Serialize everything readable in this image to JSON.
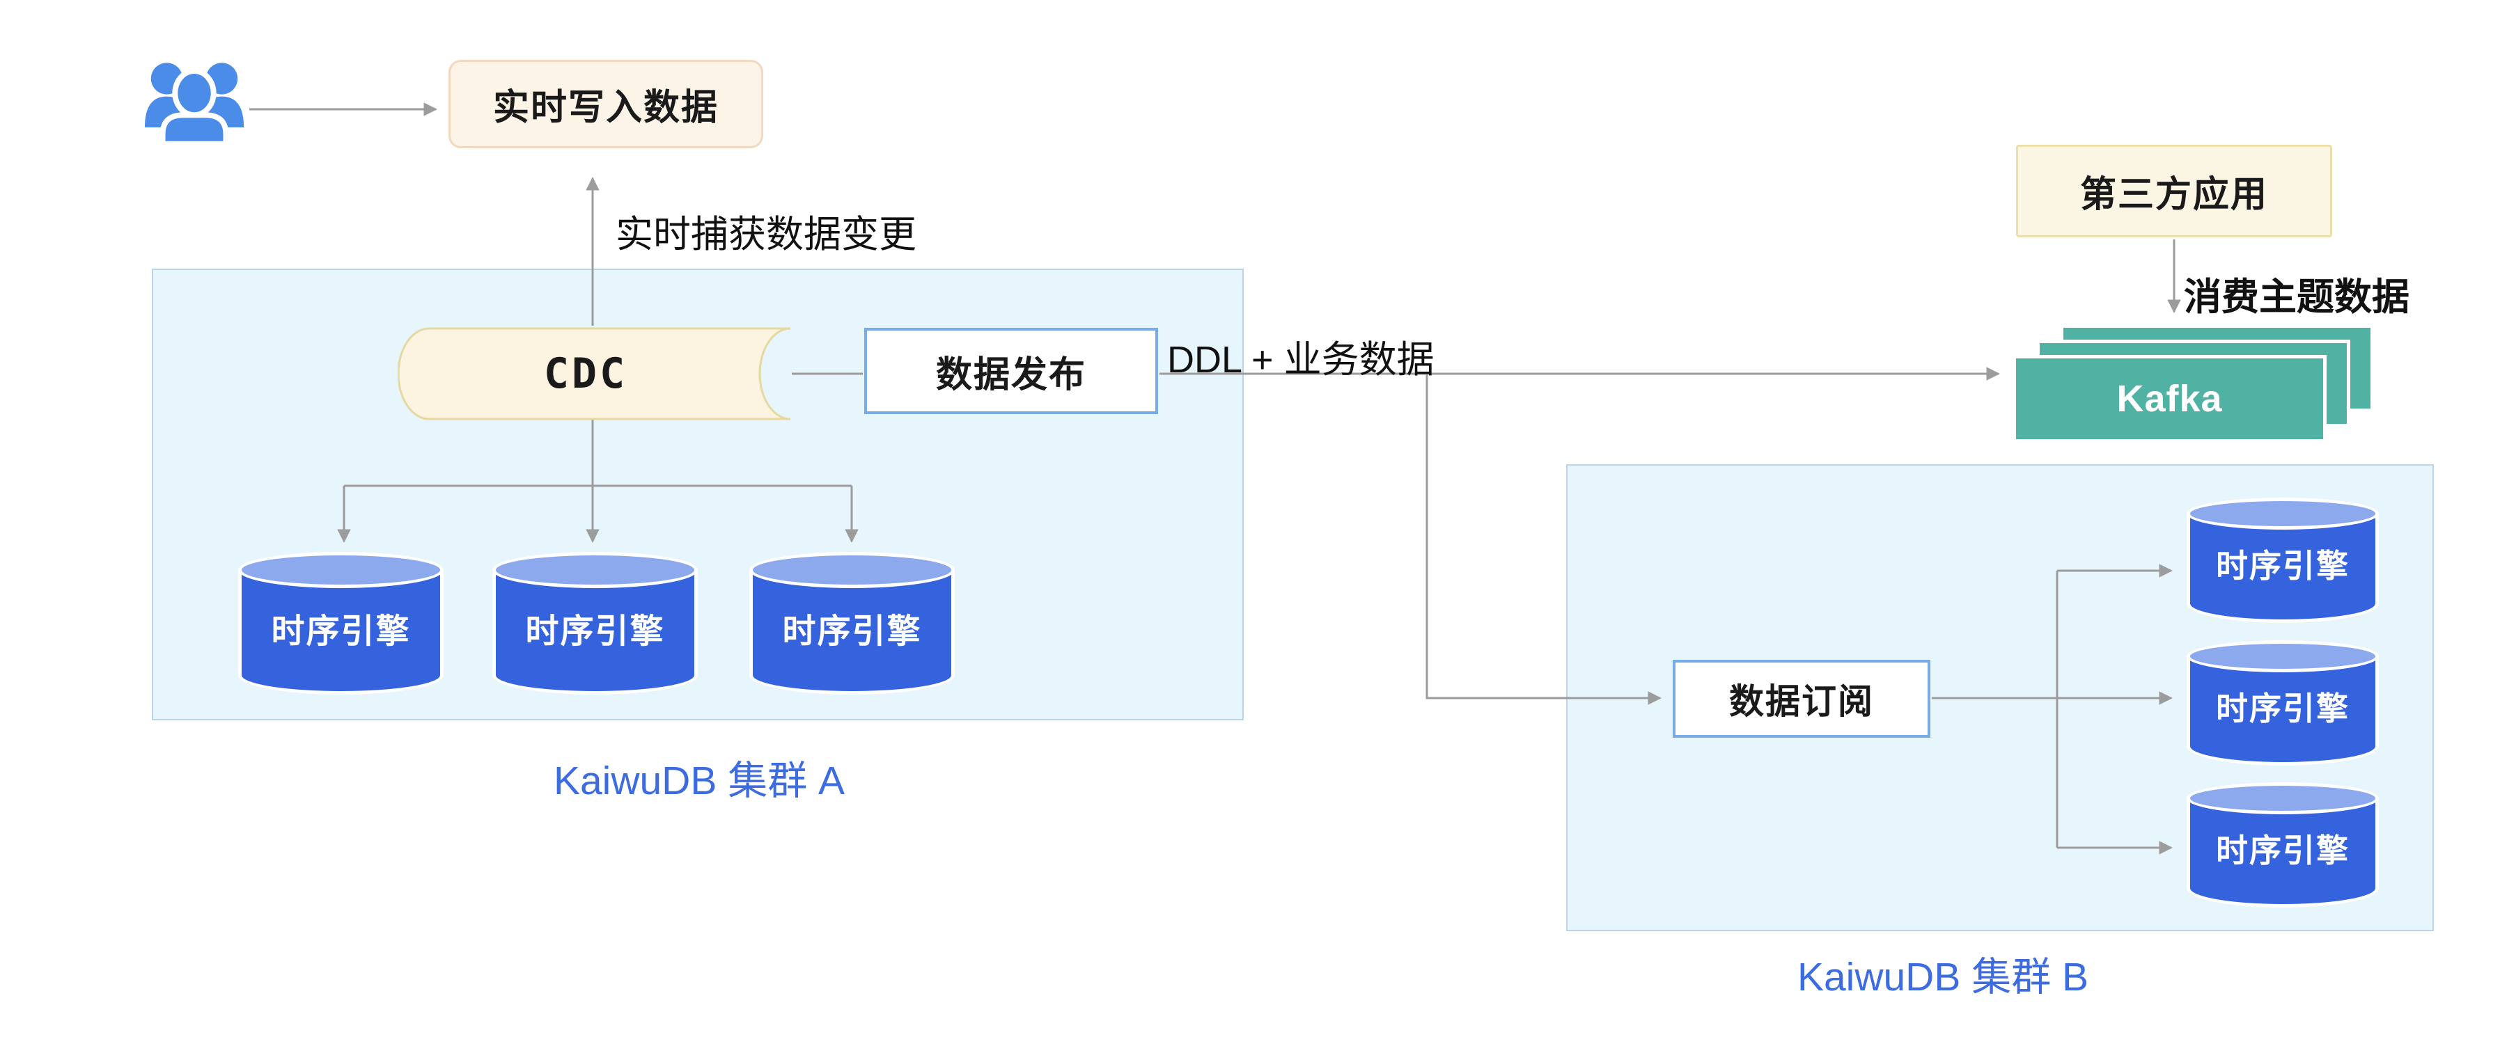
{
  "diagram": {
    "title_hint": "KaiwuDB CDC data publish / subscribe architecture",
    "boxes": {
      "realtime_write": "实时写入数据",
      "cdc": "CDC",
      "data_publish": "数据发布",
      "third_party_app": "第三方应用",
      "kafka": "Kafka",
      "data_subscribe": "数据订阅"
    },
    "clusters": {
      "a": {
        "label": "KaiwuDB 集群 A",
        "engines": [
          "时序引擎",
          "时序引擎",
          "时序引擎"
        ]
      },
      "b": {
        "label": "KaiwuDB 集群 B",
        "engines": [
          "时序引擎",
          "时序引擎",
          "时序引擎"
        ]
      }
    },
    "edge_labels": {
      "capture": "实时捕获数据变更",
      "ddl_payload": "DDL + 业务数据",
      "consume_topic": "消费主题数据"
    },
    "icons": {
      "users": "users-group-icon"
    },
    "colors": {
      "cluster_fill": "#E7F5FC",
      "cluster_border": "#BCD4EA",
      "cream_fill": "#FDF4E8",
      "cream_border": "#F2D8BE",
      "third_fill": "#FBF5E4",
      "third_border": "#EBDFAC",
      "cdc_fill": "#FCF3E1",
      "cdc_border": "#E6D9A0",
      "blue_box_border": "#78ACE9",
      "cylinder_body": "#3463DD",
      "cylinder_top": "#8CA9EE",
      "kafka_teal": "#50B2A2",
      "cluster_label_blue": "#3D6CE0",
      "arrow_gray": "#9C9C9C",
      "icon_blue": "#4A8CE8"
    }
  }
}
